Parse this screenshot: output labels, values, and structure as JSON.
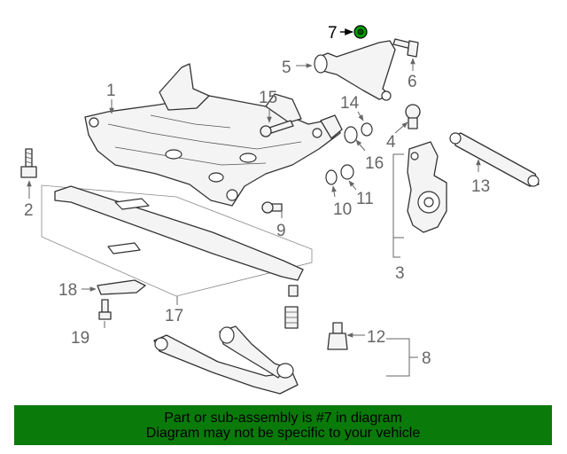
{
  "diagram": {
    "highlighted_part": "7",
    "callouts": {
      "c1": "1",
      "c2": "2",
      "c3": "3",
      "c4": "4",
      "c5": "5",
      "c6": "6",
      "c7": "7",
      "c8": "8",
      "c9": "9",
      "c10": "10",
      "c11": "11",
      "c12": "12",
      "c13": "13",
      "c14": "14",
      "c15": "15",
      "c16": "16",
      "c17": "17",
      "c18": "18",
      "c19": "19"
    },
    "colors": {
      "highlight": "#00a000",
      "banner": "#0a7a0a",
      "lines": "#666666"
    }
  },
  "banner": {
    "line1": "Part or sub-assembly is #7 in diagram",
    "line2": "Diagram may not be specific to your vehicle"
  }
}
